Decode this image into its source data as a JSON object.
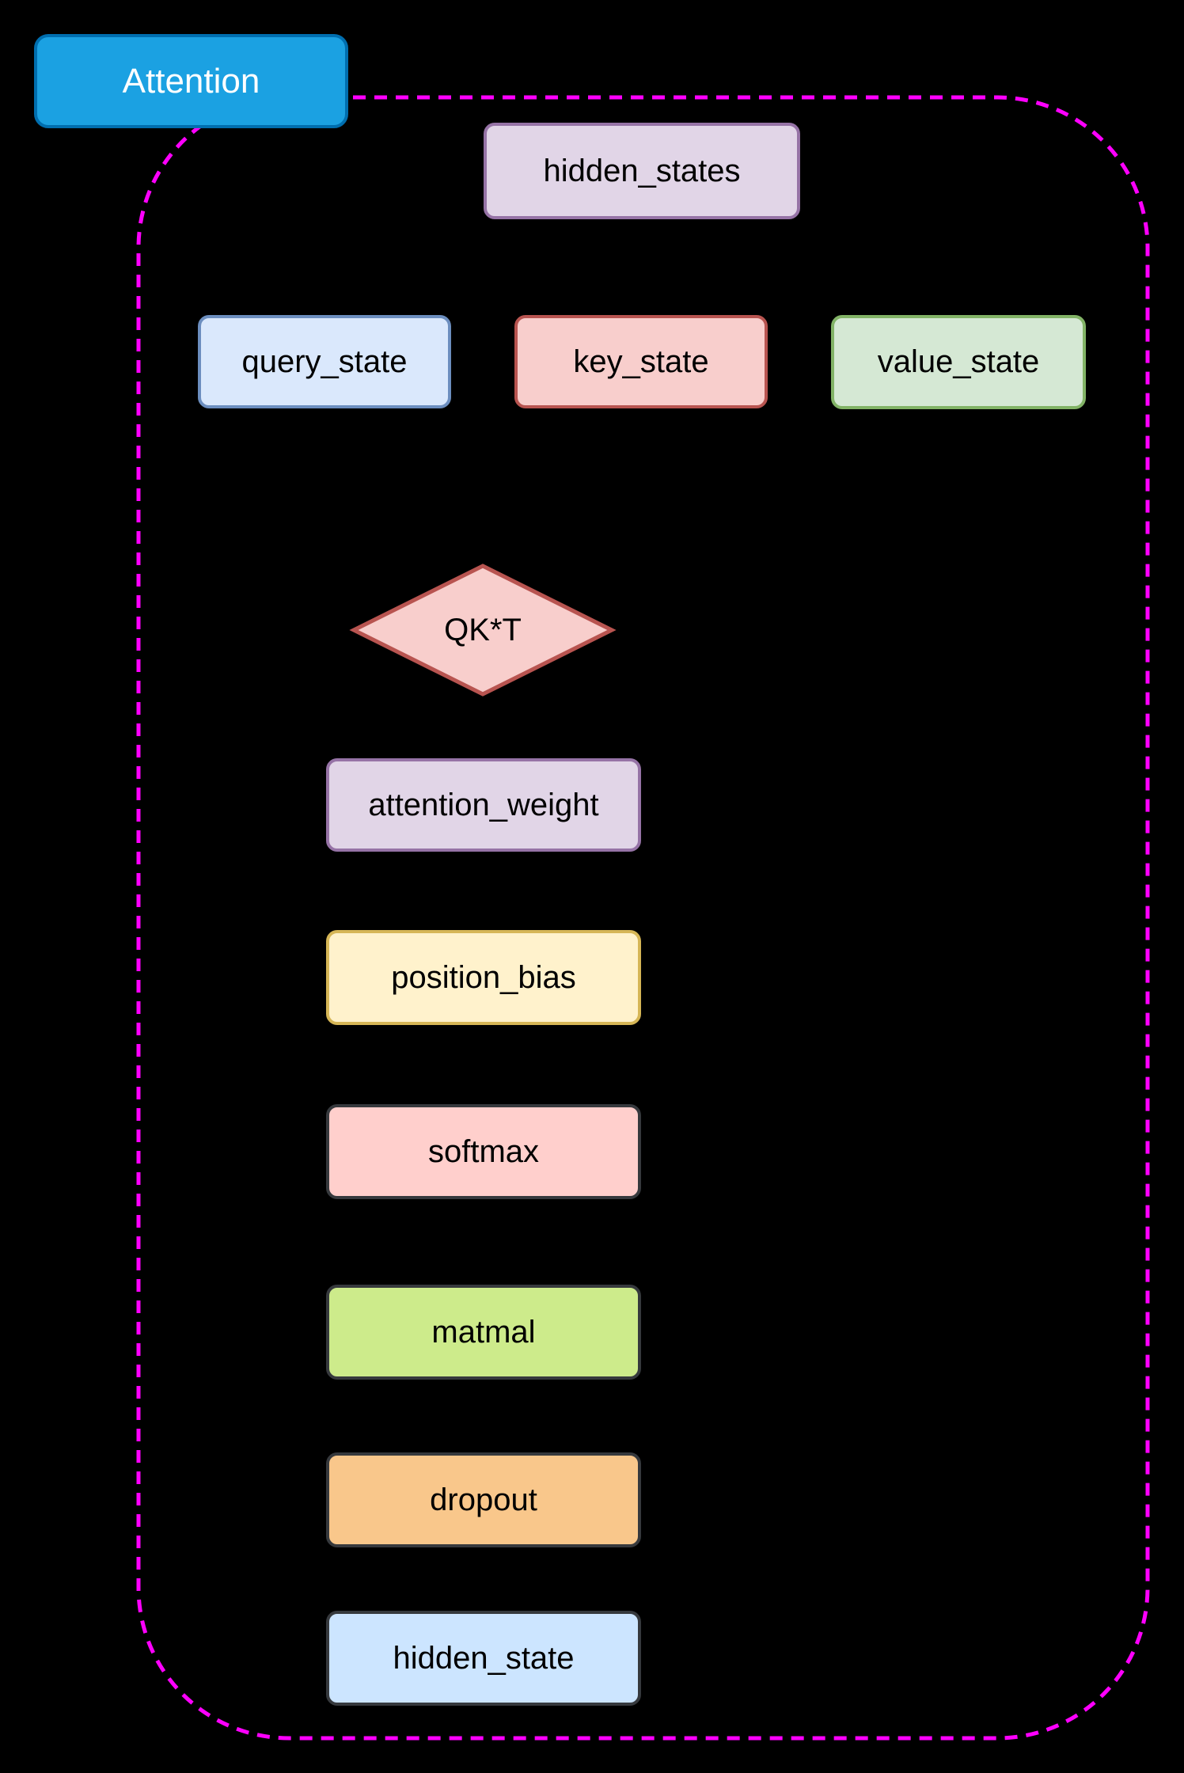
{
  "canvas": {
    "background": "#000000"
  },
  "module": {
    "title": "Attention",
    "title_fill": "#1BA1E2",
    "title_stroke": "#006EAF",
    "title_text_color": "#FFFFFF",
    "boundary_color": "#FF00FF"
  },
  "nodes": [
    {
      "label": "hidden_states",
      "fill": "#E1D5E7",
      "stroke": "#9673A6"
    },
    {
      "label": "query_state",
      "fill": "#DAE8FC",
      "stroke": "#6C8EBF"
    },
    {
      "label": "key_state",
      "fill": "#F8CECC",
      "stroke": "#B85450"
    },
    {
      "label": "value_state",
      "fill": "#D5E8D4",
      "stroke": "#82B366"
    },
    {
      "label": "attention_weight",
      "fill": "#E1D5E7",
      "stroke": "#9673A6"
    },
    {
      "label": "position_bias",
      "fill": "#FFF2CC",
      "stroke": "#D6B656"
    },
    {
      "label": "softmax",
      "fill": "#FFCFCC",
      "stroke": "#36393D"
    },
    {
      "label": "matmal",
      "fill": "#CDEB8B",
      "stroke": "#36393D"
    },
    {
      "label": "dropout",
      "fill": "#F9C78B",
      "stroke": "#36393D"
    },
    {
      "label": "hidden_state",
      "fill": "#CCE5FF",
      "stroke": "#36393D"
    }
  ],
  "operation": {
    "label": "QK*T",
    "fill": "#F8CECC",
    "stroke": "#B85450"
  }
}
